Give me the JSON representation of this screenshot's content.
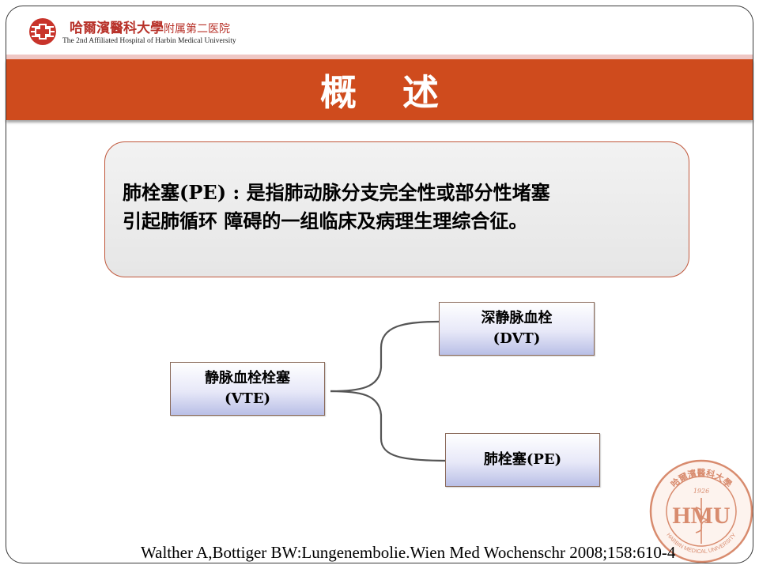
{
  "header": {
    "university_cn": "哈爾濱醫科大學",
    "hospital_cn": "附属第二医院",
    "hospital_en": "The 2nd Affiliated Hospital of Harbin Medical University"
  },
  "slide": {
    "title": "概述"
  },
  "definition": {
    "text": "肺栓塞(PE) : 是指肺动脉分支完全性或部分性堵塞\n 引起肺循环 障碍的一组临床及病理生理综合征。"
  },
  "diagram": {
    "root": {
      "line1": "静脉血栓栓塞",
      "line2": "(VTE)"
    },
    "branch_top": {
      "line1": "深静脉血栓",
      "line2": "(DVT)"
    },
    "branch_bottom": {
      "line1": "肺栓塞(PE)"
    }
  },
  "citation": "Walther A,Bottiger BW:Lungenembolie.Wien Med Wochenschr 2008;158:610-4",
  "seal": {
    "monogram": "HMU",
    "year": "1926",
    "ring_cn": "哈爾濱醫科大學",
    "ring_en": "HARBIN MEDICAL UNIVERSITY"
  },
  "colors": {
    "title_bar": "#cf4b1d",
    "accent_red": "#b8322a",
    "node_fill_bottom": "#b9bfe6"
  },
  "icons": {
    "logo": "hospital-cross-emblem-icon",
    "seal": "university-seal-icon"
  }
}
